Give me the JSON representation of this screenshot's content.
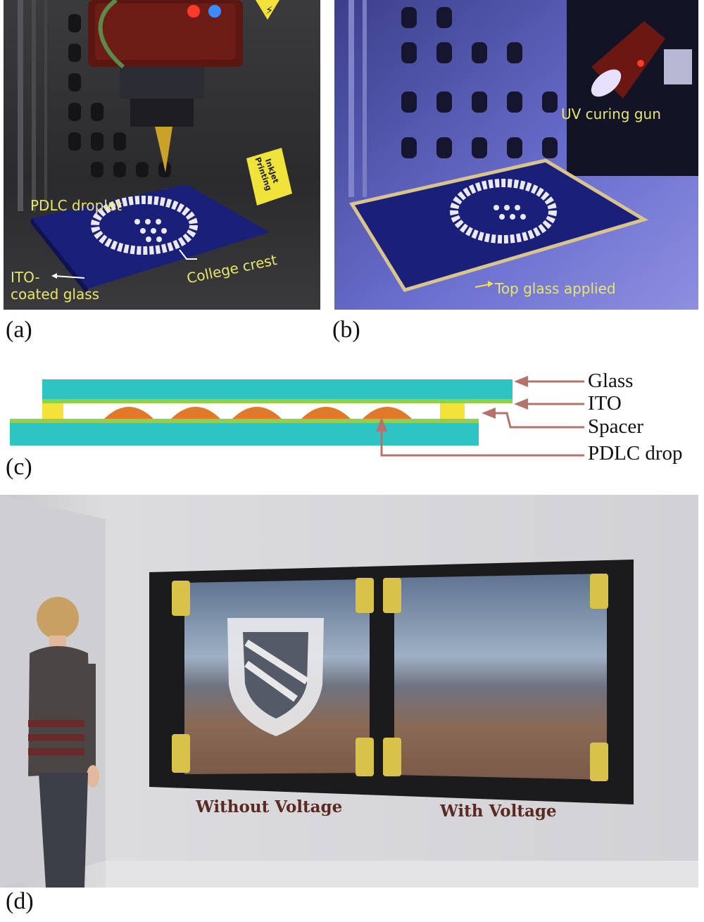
{
  "panel_a": {
    "label": "(a)",
    "droplet_label": "PDLC droplet",
    "glass_label_line1": "ITO-",
    "glass_label_line2": "coated glass",
    "crest_label": "College crest",
    "sign_line1": "InkJet",
    "sign_line2": "Printing"
  },
  "panel_b": {
    "label": "(b)",
    "gun_label": "UV curing gun",
    "top_glass_label": "Top glass applied"
  },
  "panel_c": {
    "label": "(c)",
    "layers": [
      "Glass",
      "ITO",
      "Spacer",
      "PDLC drop"
    ],
    "colors": {
      "glass": "#2ec4c4",
      "ito": "#8fd14f",
      "spacer": "#f2e23a",
      "drop": "#e07a2a",
      "arrow": "#b5736b"
    }
  },
  "panel_d": {
    "label": "(d)",
    "left_caption": "Without Voltage",
    "right_caption": "With Voltage"
  }
}
